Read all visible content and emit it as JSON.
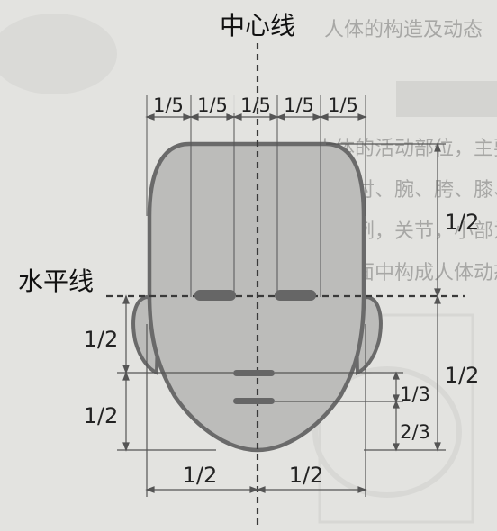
{
  "labels": {
    "center_line": "中心线",
    "horizontal_line": "水平线",
    "fifth": "1/5",
    "half": "1/2",
    "third": "1/3",
    "two_thirds": "2/3"
  },
  "background_text": {
    "line1": "人体的构造及动态",
    "line2": "人体的活动部位，主要靠身体各",
    "line3": "肩、肘、腕、胯、膝、踝等关节",
    "line4": "的示例，关节，小部为节点，节点",
    "line5": "在画面中构成人体动态"
  },
  "colors": {
    "face_fill": "#bcbcba",
    "outline": "#6a6a6a",
    "dimension": "#555555",
    "guide": "#3a3a3a",
    "background": "#e3e3e0"
  }
}
